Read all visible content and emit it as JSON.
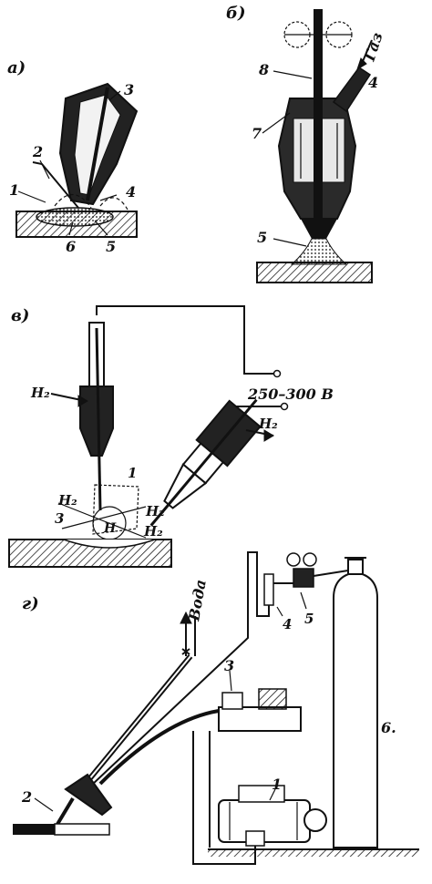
{
  "panels": {
    "a": {
      "title": "а)",
      "callouts": [
        "1",
        "2",
        "3",
        "4",
        "5",
        "6"
      ]
    },
    "b": {
      "title": "б)",
      "callouts": [
        "4",
        "5",
        "7",
        "8"
      ],
      "gas_label": "Газ"
    },
    "v": {
      "title": "в)",
      "voltage_label": "250–300 В",
      "h2_labels": [
        "H₂",
        "H₂",
        "H₂",
        "H₂",
        "H₂"
      ],
      "callouts": [
        "1",
        "3"
      ],
      "center_label": "H"
    },
    "g": {
      "title": "г)",
      "water_label": "Вода",
      "callouts": [
        "1",
        "2",
        "3",
        "4",
        "5",
        "6."
      ]
    }
  }
}
